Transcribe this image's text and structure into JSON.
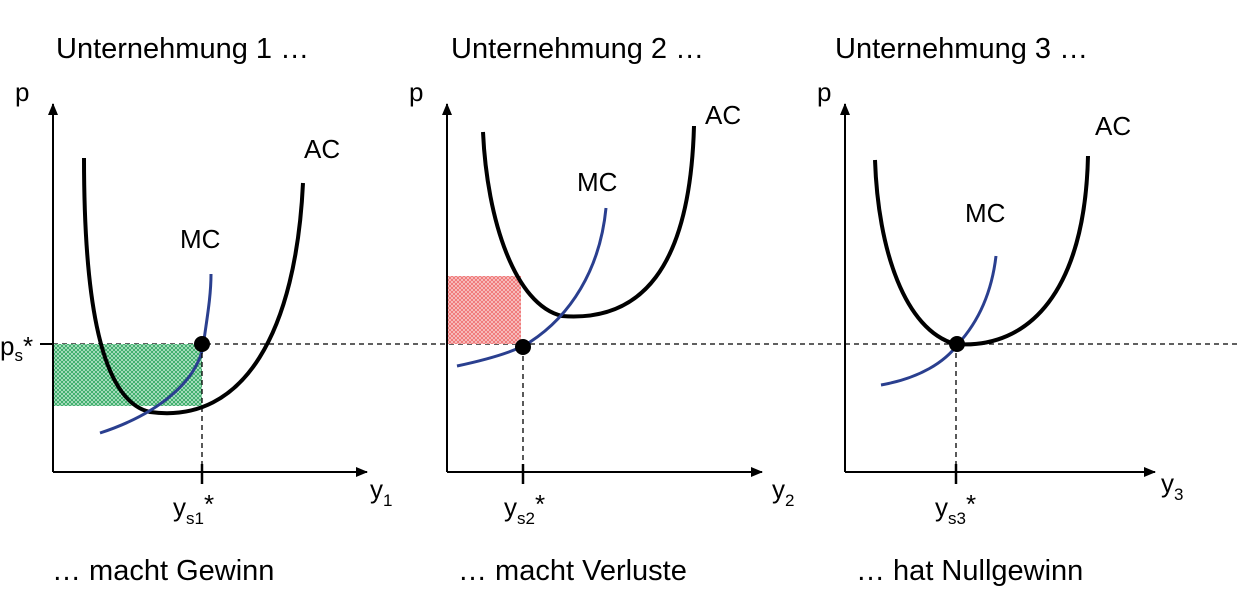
{
  "colors": {
    "ac_curve": "#000000",
    "mc_curve": "#2a3f8f",
    "profit_area": "#2fa860",
    "loss_area": "#ef6f6f",
    "guide_line": "#000000"
  },
  "price_level": {
    "label_main": "p",
    "label_sub": "s",
    "label_star": "*"
  },
  "panels": [
    {
      "title": "Unternehmung 1 …",
      "caption": "… macht Gewinn",
      "y_axis_label": "p",
      "x_axis_main": "y",
      "x_axis_sub": "1",
      "ac_label": "AC",
      "mc_label": "MC",
      "equilibrium_main": "y",
      "equilibrium_sub": "s1",
      "equilibrium_star": "*",
      "area_type": "profit"
    },
    {
      "title": "Unternehmung 2 …",
      "caption": "… macht Verluste",
      "y_axis_label": "p",
      "x_axis_main": "y",
      "x_axis_sub": "2",
      "ac_label": "AC",
      "mc_label": "MC",
      "equilibrium_main": "y",
      "equilibrium_sub": "s2",
      "equilibrium_star": "*",
      "area_type": "loss"
    },
    {
      "title": "Unternehmung 3 …",
      "caption": "… hat Nullgewinn",
      "y_axis_label": "p",
      "x_axis_main": "y",
      "x_axis_sub": "3",
      "ac_label": "AC",
      "mc_label": "MC",
      "equilibrium_main": "y",
      "equilibrium_sub": "s3",
      "equilibrium_star": "*",
      "area_type": "none"
    }
  ]
}
